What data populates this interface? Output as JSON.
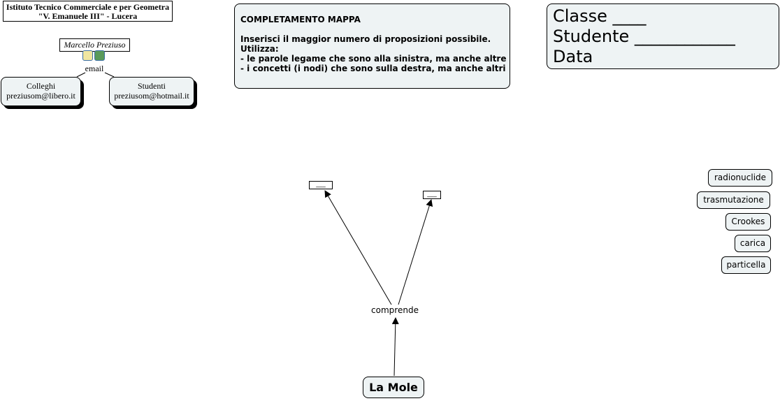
{
  "header": {
    "school_line1": "Istituto Tecnico Commerciale e per Geometra",
    "school_line2": "\"V. Emanuele III\" - Lucera"
  },
  "author": {
    "name": "Marcello Preziuso",
    "link_label": "email",
    "icons": [
      "image-icon",
      "video-icon"
    ],
    "contacts": [
      {
        "title": "Colleghi",
        "email": "preziusom@libero.it"
      },
      {
        "title": "Studenti",
        "email": "preziusom@hotmail.it"
      }
    ]
  },
  "instructions": {
    "title": "COMPLETAMENTO MAPPA",
    "line1": "Inserisci il maggior numero di proposizioni possibile.",
    "line2": "Utilizza:",
    "line3": "- le parole legame che sono alla sinistra, ma anche altre",
    "line4": "- i concetti (i nodi) che sono sulla destra, ma anche altri"
  },
  "student": {
    "classe": "Classe ____",
    "studente": "Studente ____________",
    "data": "Data"
  },
  "map": {
    "root": "La Mole",
    "link": "comprende",
    "blank1": "___",
    "blank2": "___"
  },
  "concepts": [
    "radionuclide",
    "trasmutazione",
    "Crookes",
    "carica",
    "particella"
  ]
}
